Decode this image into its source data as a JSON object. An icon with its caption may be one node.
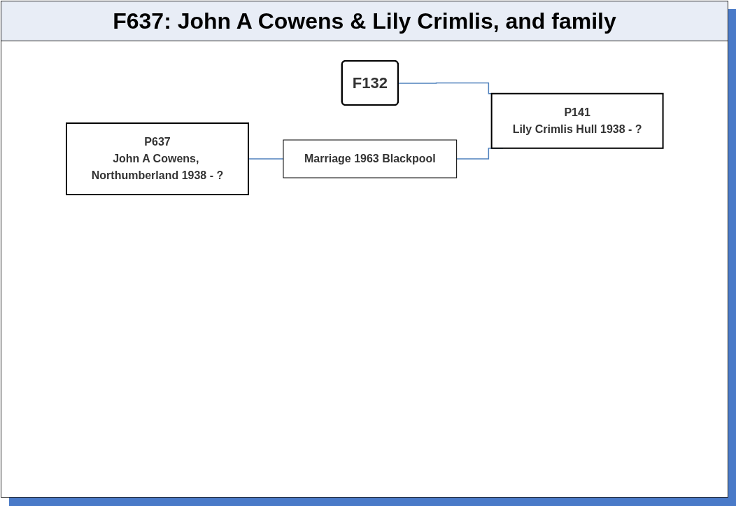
{
  "diagram": {
    "title": "F637: John A Cowens & Lily Crimlis, and family",
    "nodes": [
      {
        "text": [
          "F132"
        ]
      },
      {
        "text": [
          "P637",
          "John A Cowens, Northumberland 1938 - ?"
        ]
      },
      {
        "text": [
          "Marriage 1963 Blackpool"
        ]
      },
      {
        "text": [
          "P141",
          "Lily Crimlis Hull 1938 - ?"
        ]
      }
    ],
    "edges": [
      {
        "from": 0,
        "to": 3,
        "arrow": "none"
      },
      {
        "from": 1,
        "to": 2,
        "arrow": "none"
      },
      {
        "from": 2,
        "to": 3,
        "arrow": "none"
      }
    ]
  }
}
